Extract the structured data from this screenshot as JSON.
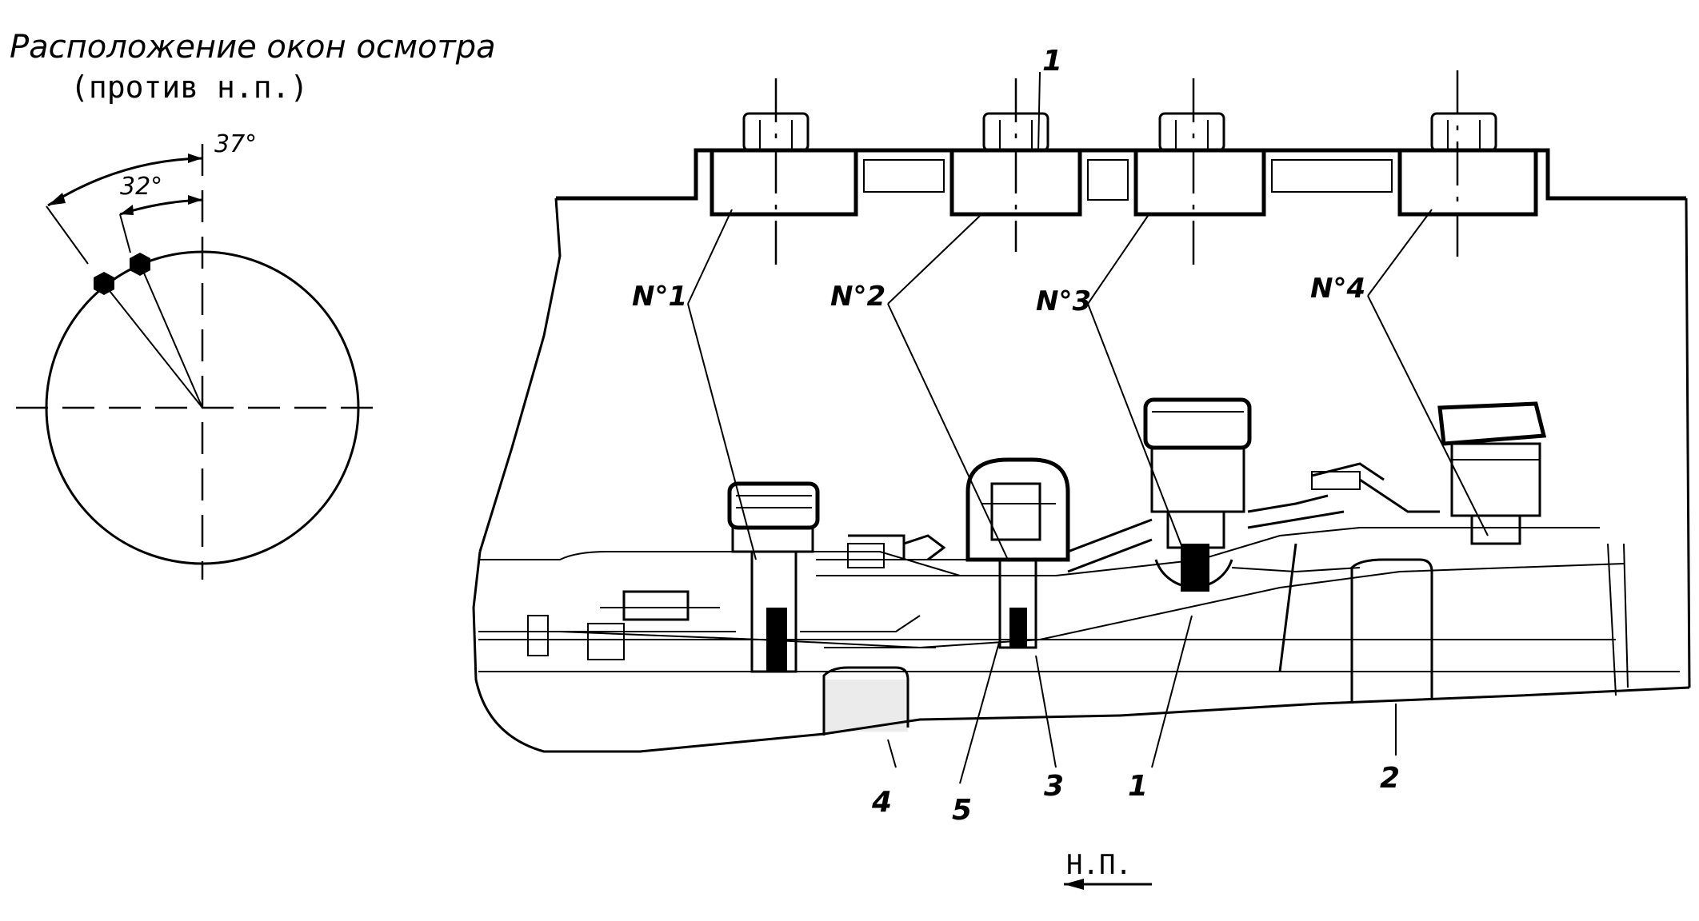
{
  "title": {
    "line1": "Расположение окон осмотра",
    "line2": "(против н.п.)"
  },
  "angles": {
    "outer": "37°",
    "inner": "32°"
  },
  "ports": [
    {
      "label": "N°1"
    },
    {
      "label": "N°2"
    },
    {
      "label": "N°3"
    },
    {
      "label": "N°4"
    }
  ],
  "callouts": {
    "top": "1",
    "c4": "4",
    "c5": "5",
    "c3": "3",
    "c1": "1",
    "c2": "2"
  },
  "direction": {
    "label": "Н.П."
  }
}
